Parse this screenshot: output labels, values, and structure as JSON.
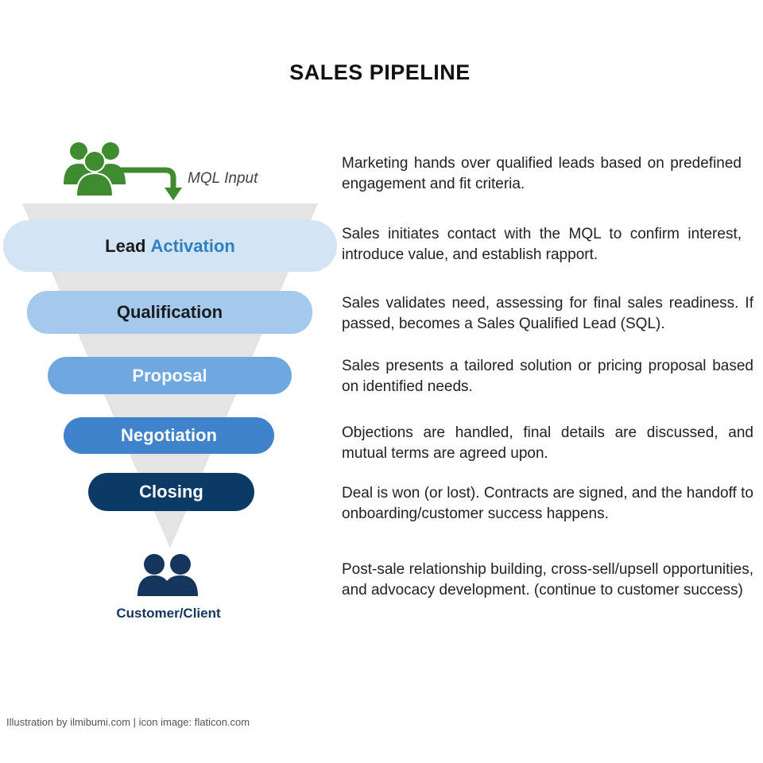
{
  "title": "SALES PIPELINE",
  "mql_label": "MQL Input",
  "stages": [
    {
      "label_main": "Lead",
      "label_accent": "Activation",
      "color": "#d3e5f5",
      "accent_color": "#2f7fc1"
    },
    {
      "label": "Qualification",
      "color": "#a4c9ec"
    },
    {
      "label": "Proposal",
      "color": "#6fa8df"
    },
    {
      "label": "Negotiation",
      "color": "#3f83cc"
    },
    {
      "label": "Closing",
      "color": "#0c3a66"
    }
  ],
  "customer_label": "Customer/Client",
  "descriptions": [
    "Marketing hands over qualified leads based on predefined engagement and fit criteria.",
    "Sales initiates contact with the MQL to confirm interest, introduce value, and establish rapport.",
    "Sales validates need, assessing for final sales readiness. If passed, becomes a Sales Qualified Lead (SQL).",
    "Sales presents a tailored solution or pricing proposal based on identified needs.",
    "Objections are handled, final details are discussed, and mutual terms are agreed upon.",
    "Deal is won (or lost). Contracts are signed, and the handoff to onboarding/customer success happens.",
    "Post-sale relationship building, cross-sell/upsell opportunities, and advocacy development. (continue to customer success)"
  ],
  "credit": "Illustration by ilmibumi.com | icon image: flaticon.com",
  "icons": {
    "leads": "group-users-icon",
    "arrow": "arrow-down-icon",
    "customer": "customer-users-icon"
  },
  "colors": {
    "leads_icon": "#3e8c2f",
    "customer_icon": "#14365c",
    "funnel": "#e4e4e4"
  }
}
